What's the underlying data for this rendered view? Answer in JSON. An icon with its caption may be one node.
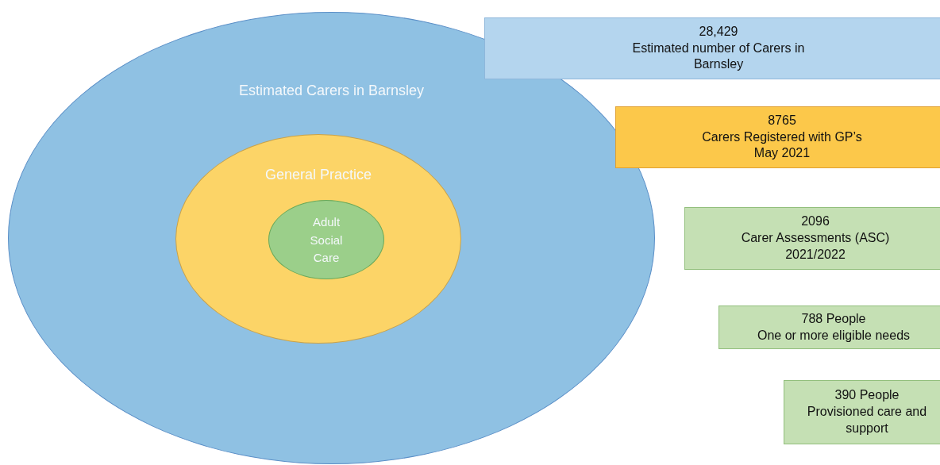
{
  "diagram": {
    "nodes": [
      {
        "text": [
          "Estimated Carers in Barnsley"
        ]
      },
      {
        "text": [
          "General Practice"
        ],
        "in": 0
      },
      {
        "text": [
          "Adult Social Care"
        ],
        "in": 1
      },
      {
        "text": [
          "28,429",
          "Estimated number of Carers in Barnsley"
        ]
      },
      {
        "text": [
          "8765",
          "Carers Registered with GP’s",
          "May 2021"
        ]
      },
      {
        "text": [
          "2096",
          "Carer Assessments (ASC)",
          "2021/2022"
        ]
      },
      {
        "text": [
          "788 People",
          "One or more eligible needs"
        ]
      },
      {
        "text": [
          "390 People",
          "Provisioned care and support"
        ]
      }
    ]
  }
}
